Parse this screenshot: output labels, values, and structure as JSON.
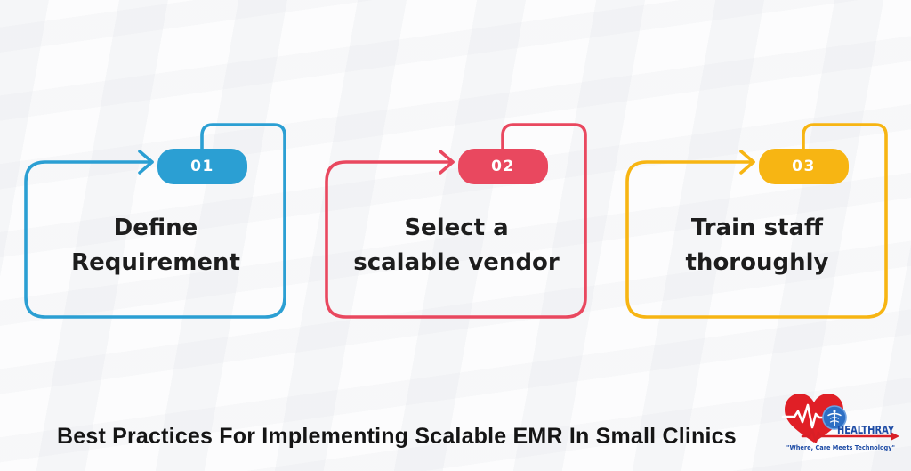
{
  "page": {
    "title": "Best Practices For Implementing Scalable EMR In Small Clinics",
    "background": "#fcfcfd"
  },
  "steps": [
    {
      "number": "01",
      "lines": [
        "Define Requirement"
      ],
      "color": "#2b9fd3"
    },
    {
      "number": "02",
      "lines": [
        "Select a",
        "scalable vendor"
      ],
      "color": "#e9485f"
    },
    {
      "number": "03",
      "lines": [
        "Train staff",
        "thoroughly"
      ],
      "color": "#f7b513"
    }
  ],
  "logo": {
    "brand": "HEALTHRAY",
    "tagline": "\"Where, Care Meets Technology\"",
    "heart_color": "#e01f26",
    "ekg_white": "#ffffff",
    "circle_color": "#2e6fc4",
    "circle_ring_color": "#6da0e0",
    "brand_color": "#1d4ba5",
    "arrow_color": "#d81f26"
  }
}
